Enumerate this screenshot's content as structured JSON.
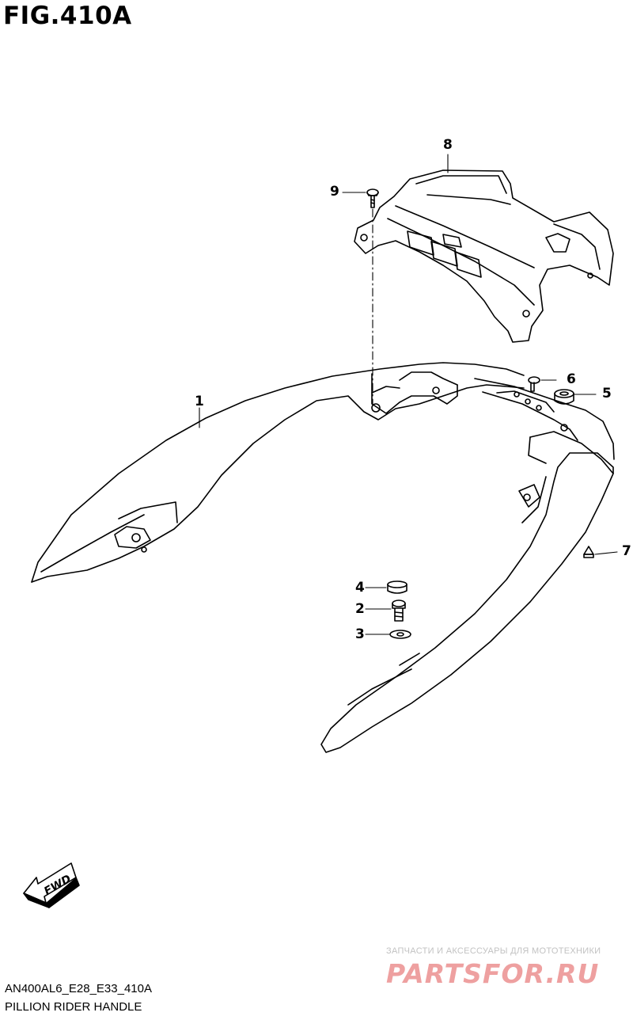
{
  "figure": {
    "title": "FIG.410A"
  },
  "callouts": {
    "c1": "1",
    "c2": "2",
    "c3": "3",
    "c4": "4",
    "c5": "5",
    "c6": "6",
    "c7": "7",
    "c8": "8",
    "c9": "9"
  },
  "fwd_badge": "FWD",
  "footer": {
    "code": "AN400AL6_E28_E33_410A",
    "name": "PILLION RIDER HANDLE"
  },
  "watermark": {
    "tagline": "ЗАПЧАСТИ И АКСЕССУАРЫ ДЛЯ МОТОТЕХНИКИ",
    "logo": "PARTSFOR.RU"
  }
}
